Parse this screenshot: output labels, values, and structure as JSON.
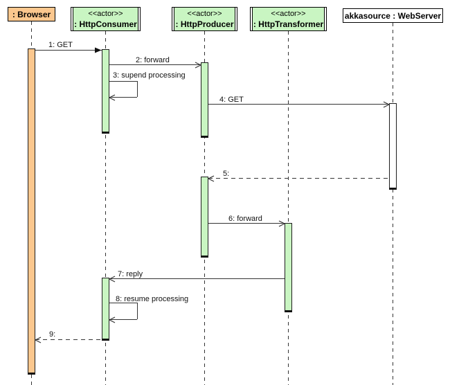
{
  "diagram": {
    "kind": "UML sequence diagram"
  },
  "participants": [
    {
      "name": ": Browser"
    },
    {
      "stereotype": "<<actor>>",
      "name": ": HttpConsumer"
    },
    {
      "stereotype": "<<actor>>",
      "name": ": HttpProducer"
    },
    {
      "stereotype": "<<actor>>",
      "name": ": HttpTransformer"
    },
    {
      "name": "akkasource : WebServer"
    }
  ],
  "messages": [
    {
      "label": "1: GET",
      "from": ": Browser",
      "to": ": HttpConsumer",
      "line": "solid",
      "arrowhead": "filled"
    },
    {
      "label": "2: forward",
      "from": ": HttpConsumer",
      "to": ": HttpProducer",
      "line": "solid",
      "arrowhead": "open"
    },
    {
      "label": "3: supend processing",
      "from": ": HttpConsumer",
      "to": ": HttpConsumer",
      "line": "solid",
      "arrowhead": "open",
      "self_message": true
    },
    {
      "label": "4: GET",
      "from": ": HttpProducer",
      "to": "akkasource : WebServer",
      "line": "solid",
      "arrowhead": "open"
    },
    {
      "label": "5:",
      "from": "akkasource : WebServer",
      "to": ": HttpProducer",
      "line": "dashed",
      "arrowhead": "open"
    },
    {
      "label": "6: forward",
      "from": ": HttpProducer",
      "to": ": HttpTransformer",
      "line": "solid",
      "arrowhead": "open"
    },
    {
      "label": "7: reply",
      "from": ": HttpTransformer",
      "to": ": HttpConsumer",
      "line": "solid",
      "arrowhead": "open"
    },
    {
      "label": "8: resume processing",
      "from": ": HttpConsumer",
      "to": ": HttpConsumer",
      "line": "solid",
      "arrowhead": "open",
      "self_message": true
    },
    {
      "label": "9:",
      "from": ": HttpConsumer",
      "to": ": Browser",
      "line": "dashed",
      "arrowhead": "open"
    }
  ],
  "colors": {
    "browser_fill": "#FBC78E",
    "actor_fill": "#C9F5C2",
    "webserver_fill": "#FFFFFF",
    "line": "#333333",
    "border": "#000000",
    "background": "#FFFFFF"
  }
}
